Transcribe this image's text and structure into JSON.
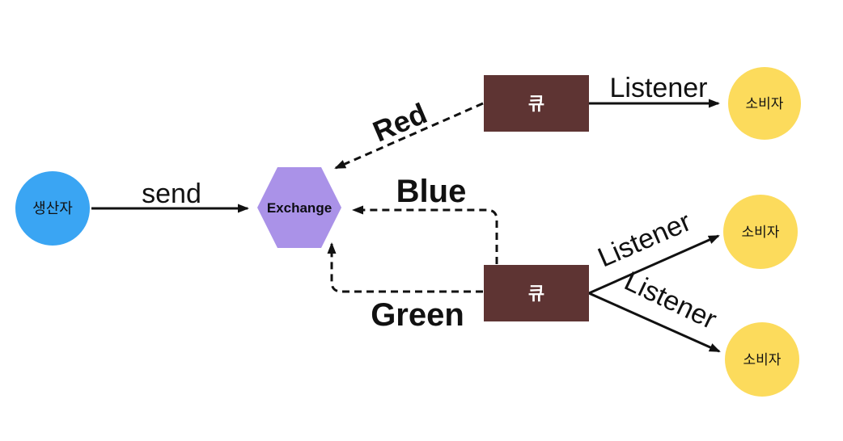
{
  "diagram": {
    "nodes": {
      "producer": {
        "label": "생산자",
        "color": "#3aa5f3"
      },
      "exchange": {
        "label": "Exchange",
        "color": "#aa92e8"
      },
      "queue_top": {
        "label": "큐",
        "color": "#5e3433"
      },
      "queue_bottom": {
        "label": "큐",
        "color": "#5e3433"
      },
      "consumer_top": {
        "label": "소비자",
        "color": "#fcdb5c"
      },
      "consumer_middle": {
        "label": "소비자",
        "color": "#fcdb5c"
      },
      "consumer_bottom": {
        "label": "소비자",
        "color": "#fcdb5c"
      }
    },
    "edges": {
      "send": {
        "label": "send",
        "style": "solid"
      },
      "red": {
        "label": "Red",
        "style": "dashed"
      },
      "blue": {
        "label": "Blue",
        "style": "dashed"
      },
      "green": {
        "label": "Green",
        "style": "dashed"
      },
      "listener_top": {
        "label": "Listener",
        "style": "solid"
      },
      "listener_middle": {
        "label": "Listener",
        "style": "solid"
      },
      "listener_bottom": {
        "label": "Listener",
        "style": "solid"
      }
    },
    "colors": {
      "line": "#111111",
      "label_text": "#111111",
      "queue_text": "#ffffff",
      "background": "#ffffff"
    }
  }
}
